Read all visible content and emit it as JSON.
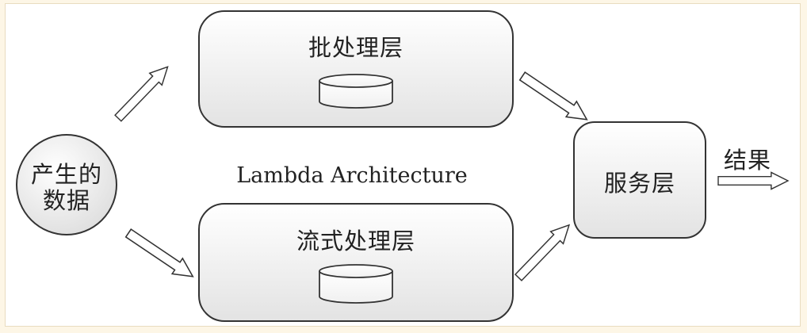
{
  "diagram": {
    "source": {
      "line1": "产生的",
      "line2": "数据"
    },
    "batch_layer": {
      "label": "批处理层"
    },
    "stream_layer": {
      "label": "流式处理层"
    },
    "serving_layer": {
      "label": "服务层"
    },
    "architecture_label": "Lambda Architecture",
    "output_label": "结果",
    "colors": {
      "background": "#fdf6e6",
      "node_fill_top": "#ffffff",
      "node_fill_bottom": "#e4e4e4",
      "stroke": "#333333"
    }
  }
}
